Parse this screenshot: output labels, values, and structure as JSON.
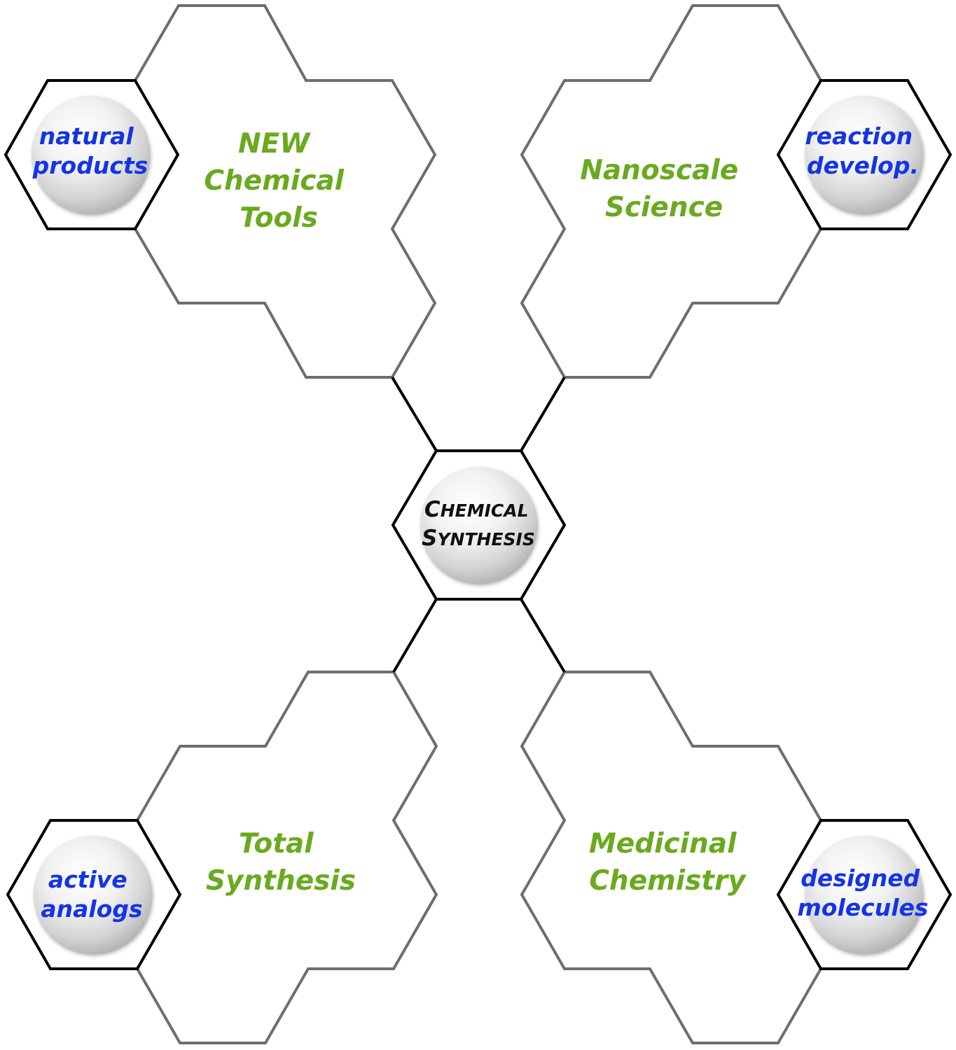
{
  "center": {
    "line1_initial": "C",
    "line1_rest": "HEMICAL",
    "line2_initial": "S",
    "line2_rest": "YNTHESIS"
  },
  "branches": [
    {
      "id": "tools",
      "topic": [
        "NEW",
        "Chemical",
        "Tools"
      ],
      "node": [
        "natural",
        "products"
      ]
    },
    {
      "id": "nano",
      "topic": [
        "Nanoscale",
        "Science"
      ],
      "node": [
        "reaction",
        "develop."
      ]
    },
    {
      "id": "total",
      "topic": [
        "Total",
        "Synthesis"
      ],
      "node": [
        "active",
        "analogs"
      ]
    },
    {
      "id": "medchem",
      "topic": [
        "Medicinal",
        "Chemistry"
      ],
      "node": [
        "designed",
        "molecules"
      ]
    }
  ],
  "colors": {
    "topic": "#6aaa1e",
    "node": "#1434e6",
    "core_text": "#111111",
    "outline": "#6e6e6e",
    "hex_border": "#000000"
  }
}
